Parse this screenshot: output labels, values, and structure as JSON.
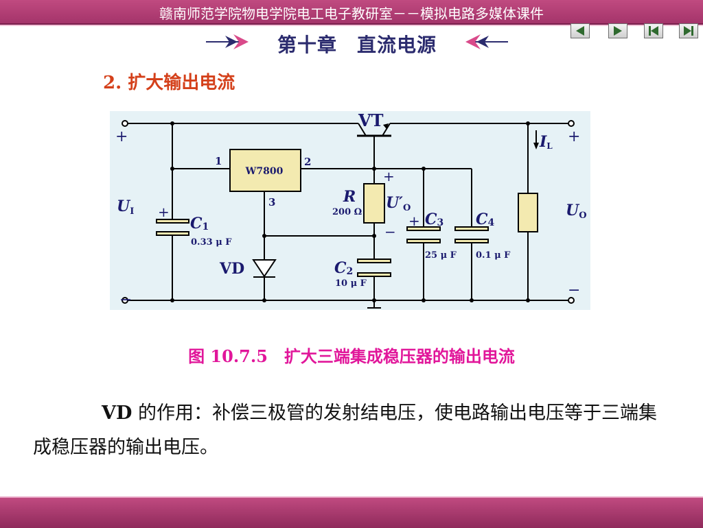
{
  "header": {
    "title": "赣南师范学院物电学院电工电子教研室－－模拟电路多媒体课件",
    "chapter": "第十章　直流电源"
  },
  "nav": {
    "buttons": [
      {
        "name": "prev-button",
        "icon": "triangle-left-icon"
      },
      {
        "name": "next-button",
        "icon": "triangle-right-icon"
      },
      {
        "name": "first-button",
        "icon": "skip-first-icon"
      },
      {
        "name": "last-button",
        "icon": "skip-last-icon"
      }
    ]
  },
  "section": {
    "heading": "2. 扩大输出电流"
  },
  "circuit": {
    "regulator": "W7800",
    "pin1": "1",
    "pin2": "2",
    "pin3": "3",
    "transistor": "VT",
    "diode": "VD",
    "resistor": {
      "name": "R",
      "value": "200 Ω"
    },
    "c1": {
      "name": "C",
      "sub": "1",
      "value": "0.33 μ F"
    },
    "c2": {
      "name": "C",
      "sub": "2",
      "value": "10 μ F"
    },
    "c3": {
      "name": "C",
      "sub": "3",
      "value": "25 μ F"
    },
    "c4": {
      "name": "C",
      "sub": "4",
      "value": "0.1 μ F"
    },
    "ui": {
      "name": "U",
      "sub": "I"
    },
    "uo": {
      "name": "U",
      "sub": "O"
    },
    "uo_prime": {
      "name": "U′",
      "sub": "O"
    },
    "il": {
      "name": "I",
      "sub": "L"
    },
    "plus": "+",
    "minus": "−"
  },
  "caption": "图 10.7.5　扩大三端集成稳压器的输出电流",
  "body": {
    "vd": "VD",
    "text": " 的作用：补偿三极管的发射结电压，使电路输出电压等于三端集成稳压器的输出电压。"
  },
  "colors": {
    "bar": "#b03e74",
    "heading": "#d4401a",
    "caption": "#e1169a",
    "component_fill": "#f3eab0",
    "diagram_bg": "#e6f2f6"
  }
}
